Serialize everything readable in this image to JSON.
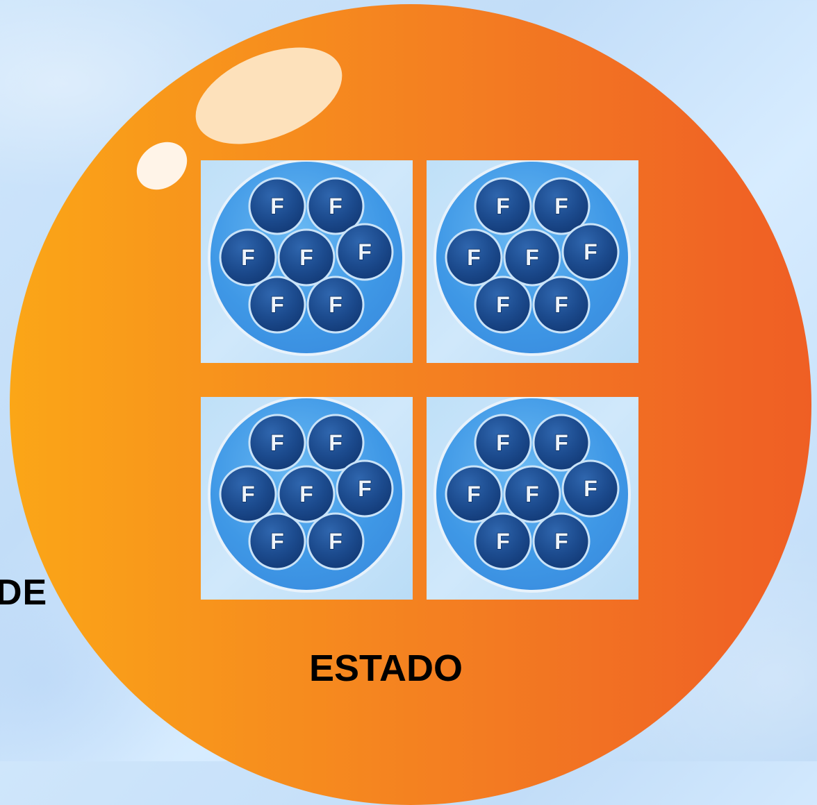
{
  "left_label": "DE",
  "caption": "ESTADO",
  "group_tiles": [
    {
      "letter": "F",
      "count": 7
    },
    {
      "letter": "F",
      "count": 7
    },
    {
      "letter": "F",
      "count": 7
    },
    {
      "letter": "F",
      "count": 7
    }
  ],
  "colors": {
    "orange_left": "#fba617",
    "orange_right": "#ef5f24",
    "tile_bg": "#c7e3fa",
    "group_circle": "#4aa3ec",
    "family_circle": "#1b4a8c"
  }
}
